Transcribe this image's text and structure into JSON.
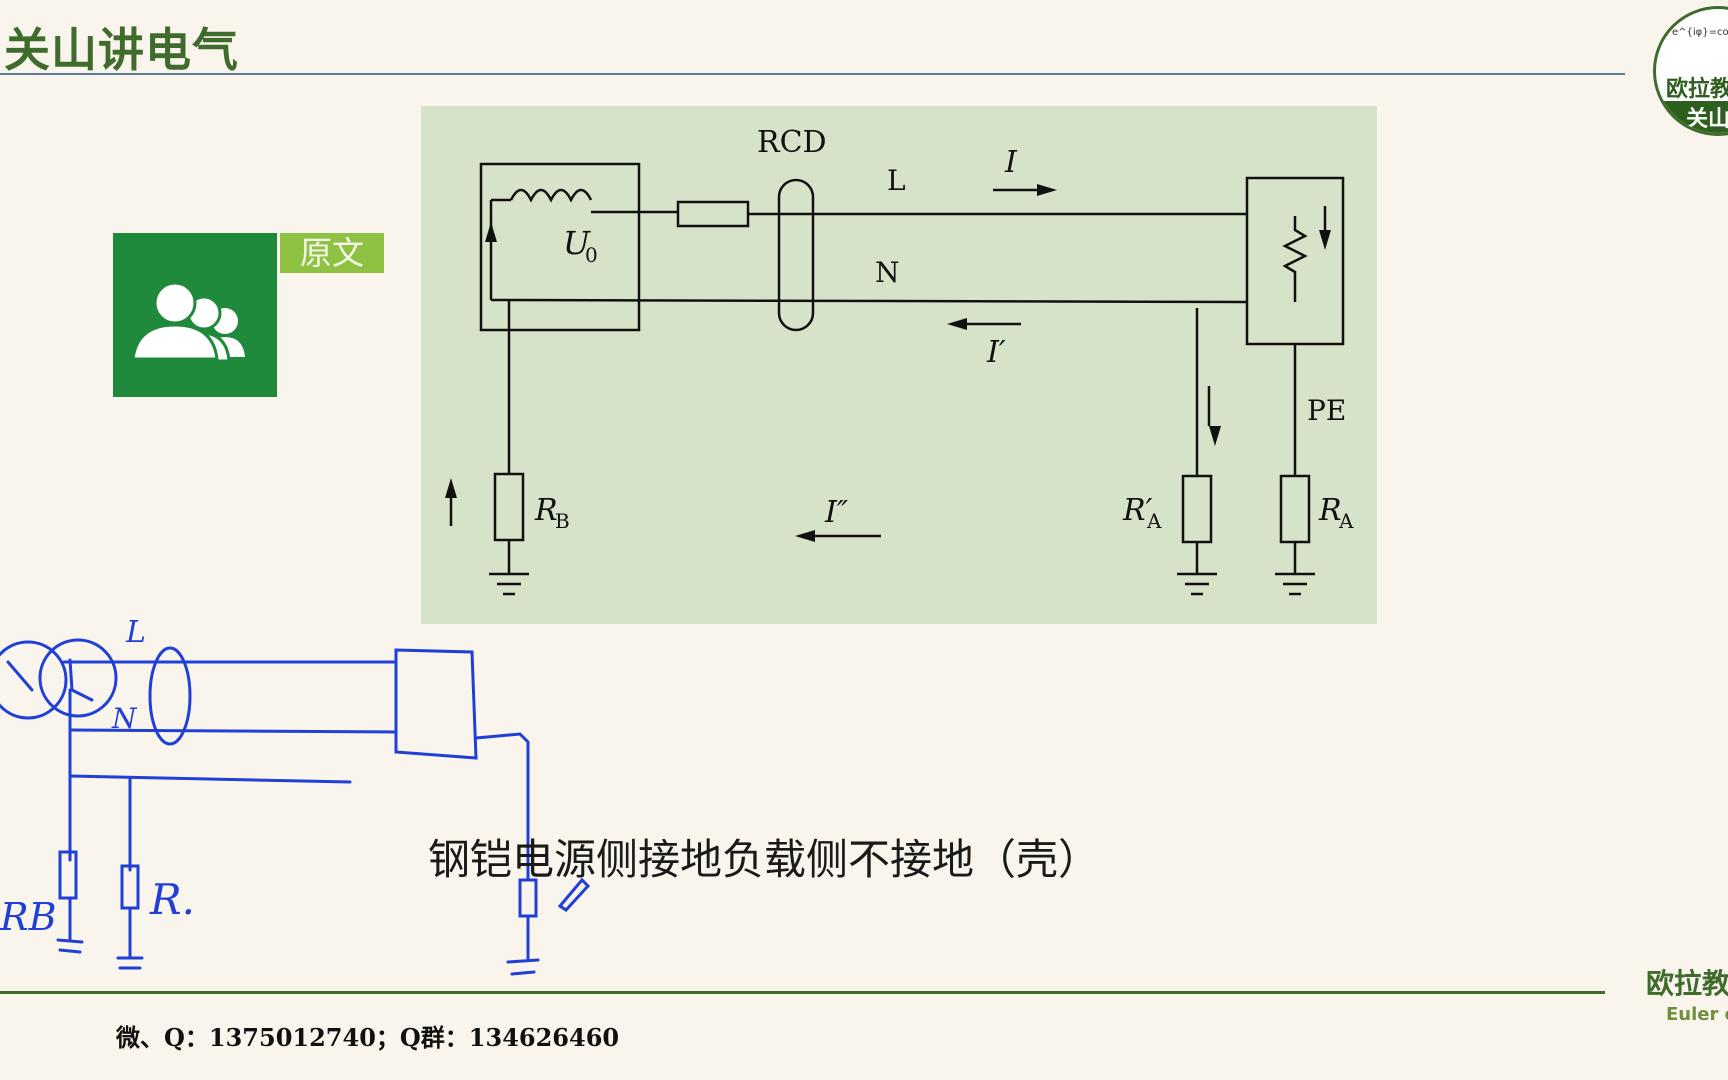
{
  "header": {
    "title": "关山讲电气"
  },
  "logo": {
    "formula": "e^{iφ}=cosφ+i",
    "name": "欧拉教",
    "band_text": "关山"
  },
  "tag": {
    "label": "原文"
  },
  "diagram": {
    "rcd": "RCD",
    "line_l": "L",
    "line_n": "N",
    "current_i": "I",
    "current_i_prime": "I′",
    "current_i_dprime": "I″",
    "source_voltage": "U",
    "source_sub": "0",
    "pe": "PE",
    "rb": "R",
    "rb_sub": "B",
    "ra_prime": "R′",
    "ra_prime_sub": "A",
    "ra": "R",
    "ra_sub": "A"
  },
  "annotations": {
    "l": "L",
    "n": "N",
    "rb": "RB",
    "r": "R."
  },
  "caption": "钢铠电源侧接地负载侧不接地（壳）",
  "footer": {
    "contact": "微、Q：1375012740；Q群：134626460",
    "brand": "欧拉教",
    "brand_sub": "Euler e"
  },
  "colors": {
    "brand_green": "#3f6b2c",
    "avatar_green": "#1f8a3c",
    "tag_green": "#8fc142",
    "panel": "#d7e3c8",
    "ink_blue": "#1f3fd6"
  }
}
